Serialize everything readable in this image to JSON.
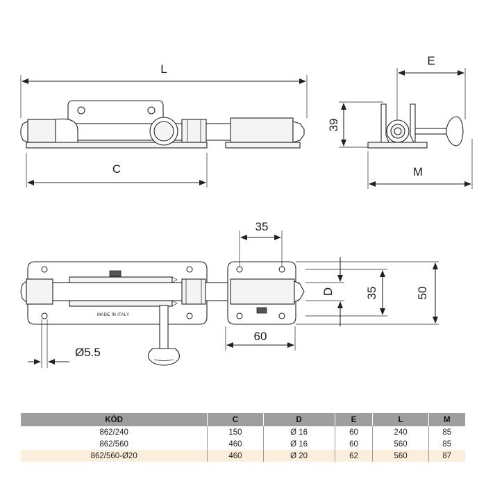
{
  "dimensions": {
    "L": "L",
    "C": "C",
    "E": "E",
    "M": "M",
    "h39": "39",
    "w35": "35",
    "w60": "60",
    "D": "D",
    "v35": "35",
    "v50": "50",
    "hole": "Ø5.5"
  },
  "stamp": "MADE IN ITALY",
  "table": {
    "headers": [
      "KÓD",
      "C",
      "D",
      "E",
      "L",
      "M"
    ],
    "rows": [
      [
        "862/240",
        "150",
        "Ø 16",
        "60",
        "240",
        "85"
      ],
      [
        "862/560",
        "460",
        "Ø 16",
        "60",
        "560",
        "85"
      ],
      [
        "862/560-Ø20",
        "460",
        "Ø 20",
        "62",
        "560",
        "87"
      ]
    ],
    "highlight_row": 2,
    "header_color": "#9e9e9e",
    "highlight_color": "#fbeedd"
  }
}
